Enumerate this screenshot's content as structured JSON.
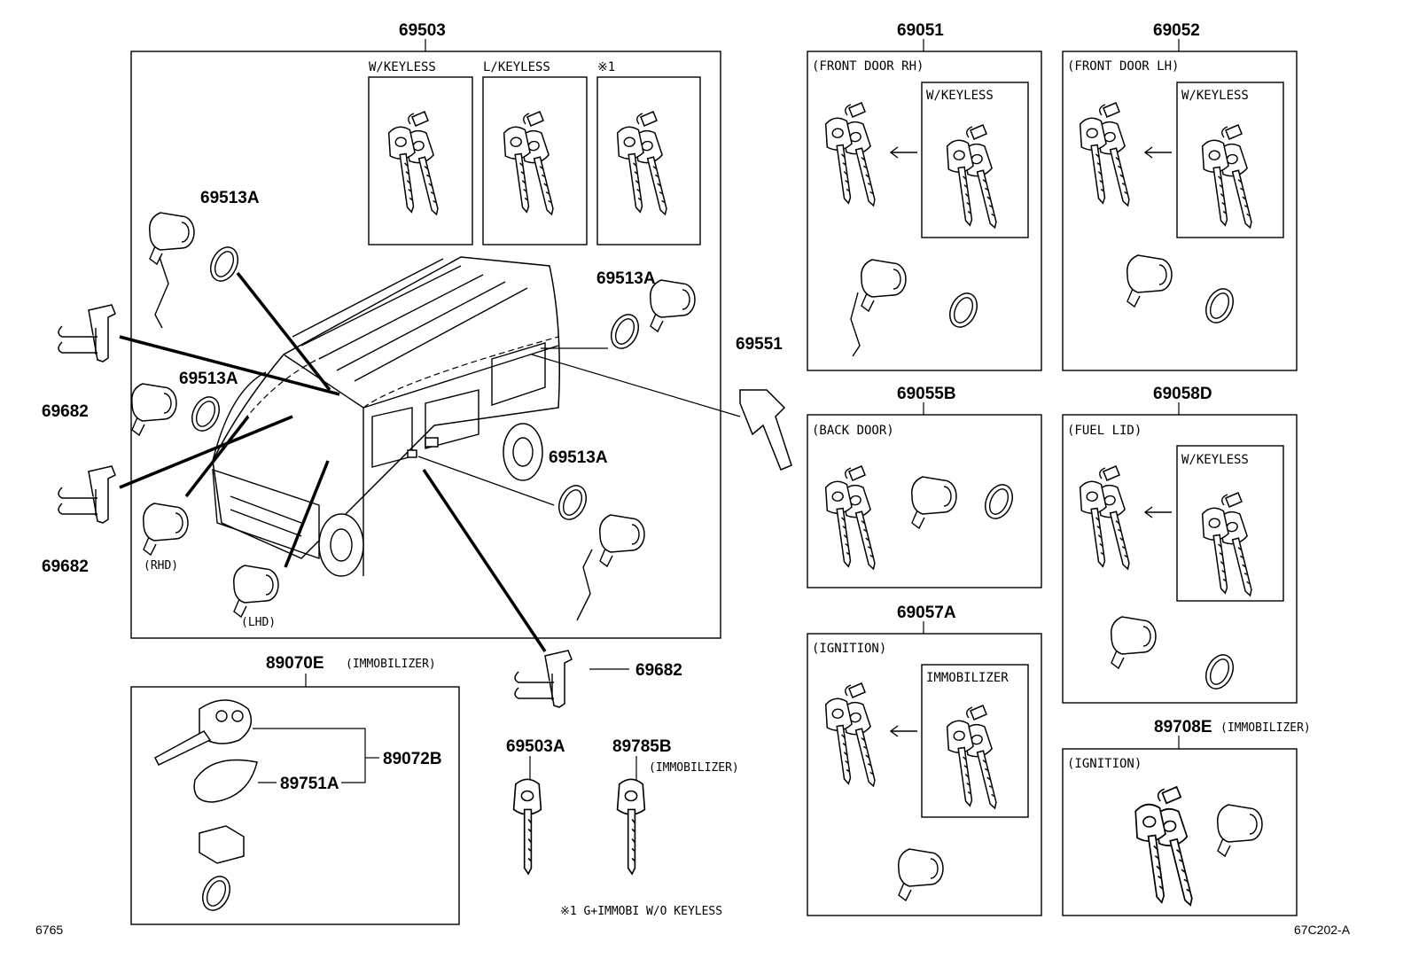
{
  "parts": {
    "p69503": "69503",
    "p69513a_1": "69513A",
    "p69513a_2": "69513A",
    "p69513a_3": "69513A",
    "p69513a_4": "69513A",
    "p69682_1": "69682",
    "p69682_2": "69682",
    "p69682_3": "69682",
    "p69551": "69551",
    "p69051": "69051",
    "p69052": "69052",
    "p69055b": "69055B",
    "p69058d": "69058D",
    "p69057a": "69057A",
    "p89070e": "89070E",
    "p89072b": "89072B",
    "p89751a": "89751A",
    "p69503a": "69503A",
    "p89785b": "89785B",
    "p89708e": "89708E"
  },
  "labels": {
    "w_keyless_top": "W/KEYLESS",
    "l_keyless": "L/KEYLESS",
    "note1_mark": "※1",
    "front_door_rh": "(FRONT DOOR RH)",
    "front_door_lh": "(FRONT DOOR LH)",
    "w_keyless_rh": "W/KEYLESS",
    "w_keyless_lh": "W/KEYLESS",
    "back_door": "(BACK DOOR)",
    "fuel_lid": "(FUEL LID)",
    "w_keyless_fuel": "W/KEYLESS",
    "ignition_1": "(IGNITION)",
    "immobilizer_box": "IMMOBILIZER",
    "ignition_2": "(IGNITION)",
    "rhd": "(RHD)",
    "lhd": "(LHD)",
    "immobilizer_89070e": "(IMMOBILIZER)",
    "immobilizer_89785b": "(IMMOBILIZER)",
    "immobilizer_89708e": "(IMMOBILIZER)",
    "footnote": "※1 G+IMMOBI W/O KEYLESS",
    "page_id": "6765",
    "figure_id": "67C202-A"
  }
}
